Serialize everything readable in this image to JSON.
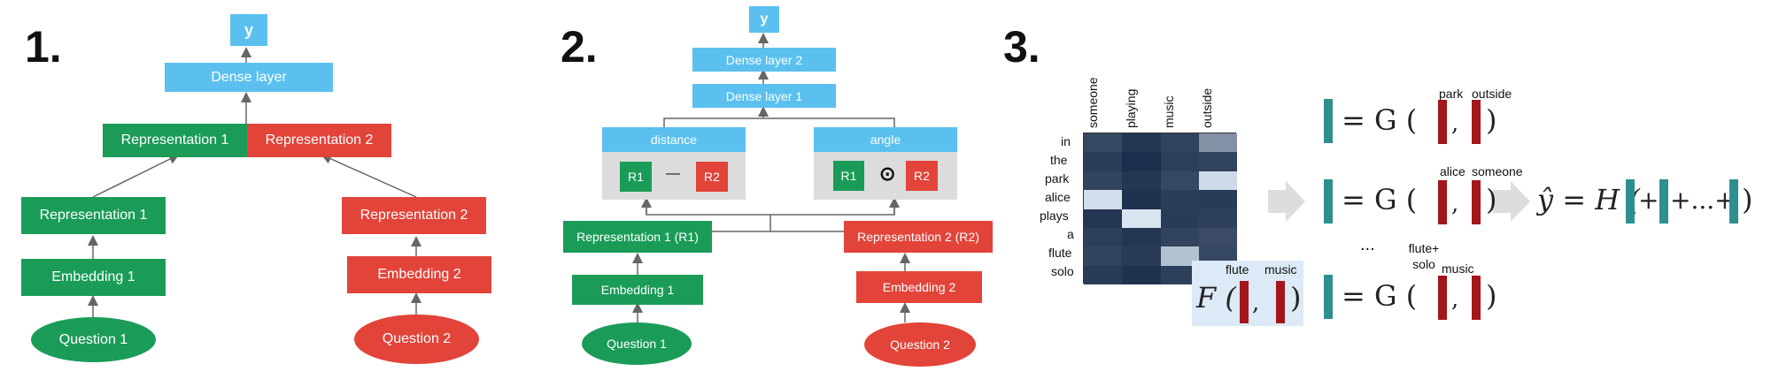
{
  "panel_numbers": [
    "1.",
    "2.",
    "3."
  ],
  "panel1": {
    "y": "y",
    "dense": "Dense layer",
    "rep1_joint": "Representation 1",
    "rep2_joint": "Representation 2",
    "rep1": "Representation 1",
    "rep2": "Representation 2",
    "emb1": "Embedding 1",
    "emb2": "Embedding 2",
    "q1": "Question 1",
    "q2": "Question 2"
  },
  "panel2": {
    "y": "y",
    "dense2": "Dense layer 2",
    "dense1": "Dense layer 1",
    "distance": "distance",
    "angle": "angle",
    "r1_a": "R1",
    "r2_a": "R2",
    "minus": "—",
    "r1_b": "R1",
    "r2_b": "R2",
    "odot": "⊙",
    "rep1": "Representation 1 (R1)",
    "rep2": "Representation 2 (R2)",
    "emb1": "Embedding 1",
    "emb2": "Embedding 2",
    "q1": "Question 1",
    "q2": "Question 2"
  },
  "panel3": {
    "col_words": [
      "someone",
      "playing",
      "music",
      "outside"
    ],
    "row_words": [
      "in",
      "the",
      "park",
      "alice",
      "plays",
      "a",
      "flute",
      "solo"
    ],
    "heatmap": [
      [
        0.2,
        0.12,
        0.18,
        0.55
      ],
      [
        0.15,
        0.08,
        0.16,
        0.18
      ],
      [
        0.18,
        0.12,
        0.2,
        0.9
      ],
      [
        0.92,
        0.1,
        0.15,
        0.14
      ],
      [
        0.12,
        0.95,
        0.14,
        0.16
      ],
      [
        0.16,
        0.12,
        0.18,
        0.22
      ],
      [
        0.18,
        0.14,
        0.78,
        0.2
      ],
      [
        0.14,
        0.1,
        0.16,
        0.15
      ]
    ],
    "colors": {
      "heat_low": "#0b1d3c",
      "heat_high": "#e3f0fb",
      "bar_red": "#a3161c",
      "bar_teal": "#2f8f8f",
      "highlight": "#dce9f7"
    },
    "eq1_words": [
      "park",
      "outside"
    ],
    "eq2_words": [
      "alice",
      "someone"
    ],
    "eq3_words": [
      "flute+ solo",
      "music"
    ],
    "f_words": [
      "flute",
      "music"
    ],
    "eq_text": "= G (",
    "comma": ",",
    "close": ")",
    "f_text": "F (",
    "dots": "...",
    "yhat": "ŷ = H (",
    "plus1": "+",
    "plus_dots": "+...+",
    "close_h": ")"
  }
}
